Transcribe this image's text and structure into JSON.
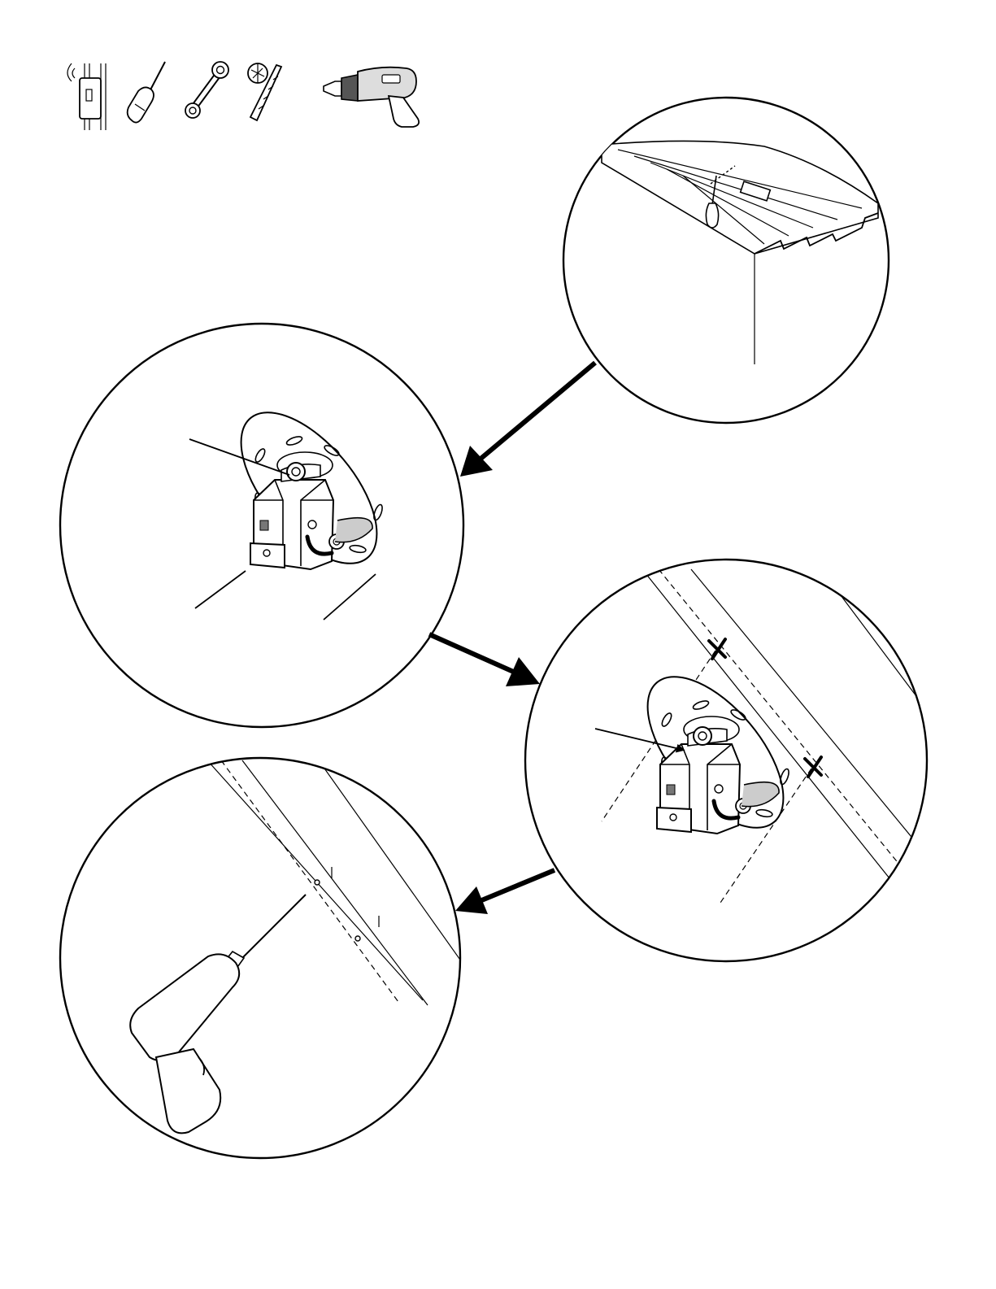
{
  "colors": {
    "ink": "#000000",
    "paper": "#ffffff",
    "shade": "#d9d9d9",
    "dark": "#555555"
  },
  "tools": [
    {
      "icon": "stud-finder-icon"
    },
    {
      "icon": "screwdriver-icon"
    },
    {
      "icon": "wrench-icon"
    },
    {
      "icon": "drill-bit-icon"
    },
    {
      "icon": "power-drill-icon"
    }
  ],
  "steps": [
    {
      "name": "step-find-stud",
      "content": "ceiling-panel-with-stud-finder"
    },
    {
      "name": "step-bracket-parts",
      "content": "mounting-bracket-callouts"
    },
    {
      "name": "step-mark-holes",
      "content": "bracket-on-ceiling-with-marks"
    },
    {
      "name": "step-drill-holes",
      "content": "drill-pilot-holes"
    }
  ],
  "arrows": [
    {
      "from": "step-find-stud",
      "to": "step-bracket-parts"
    },
    {
      "from": "step-bracket-parts",
      "to": "step-mark-holes"
    },
    {
      "from": "step-mark-holes",
      "to": "step-drill-holes"
    }
  ]
}
